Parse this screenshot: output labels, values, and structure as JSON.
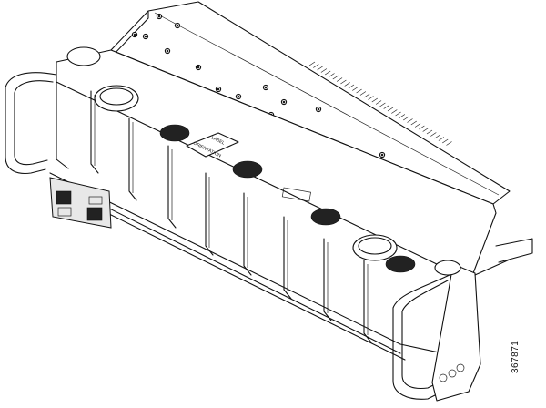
{
  "figure": {
    "id_number": "367871",
    "labels": {
      "label_text": "LABEL",
      "orientation_text": "ORIENTATION"
    }
  }
}
